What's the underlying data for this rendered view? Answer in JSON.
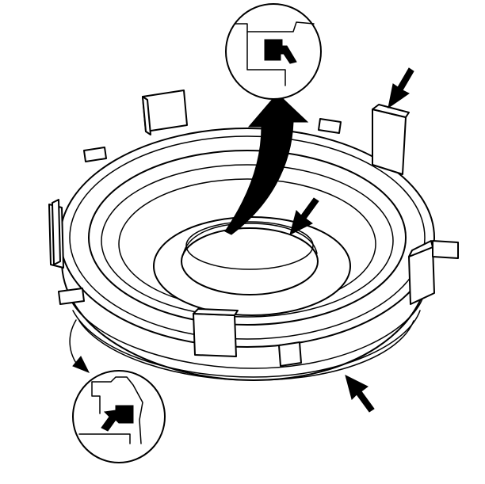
{
  "figure": {
    "subject": "piston-with-seals",
    "colors": {
      "line": "#000000",
      "fill": "#ffffff"
    },
    "callouts": [
      {
        "name": "outer-seal-detail-callout",
        "icon": "seal-cross-section-icon"
      },
      {
        "name": "inner-seal-detail-callout",
        "icon": "seal-cross-section-icon"
      }
    ],
    "arrow_count": 5
  }
}
